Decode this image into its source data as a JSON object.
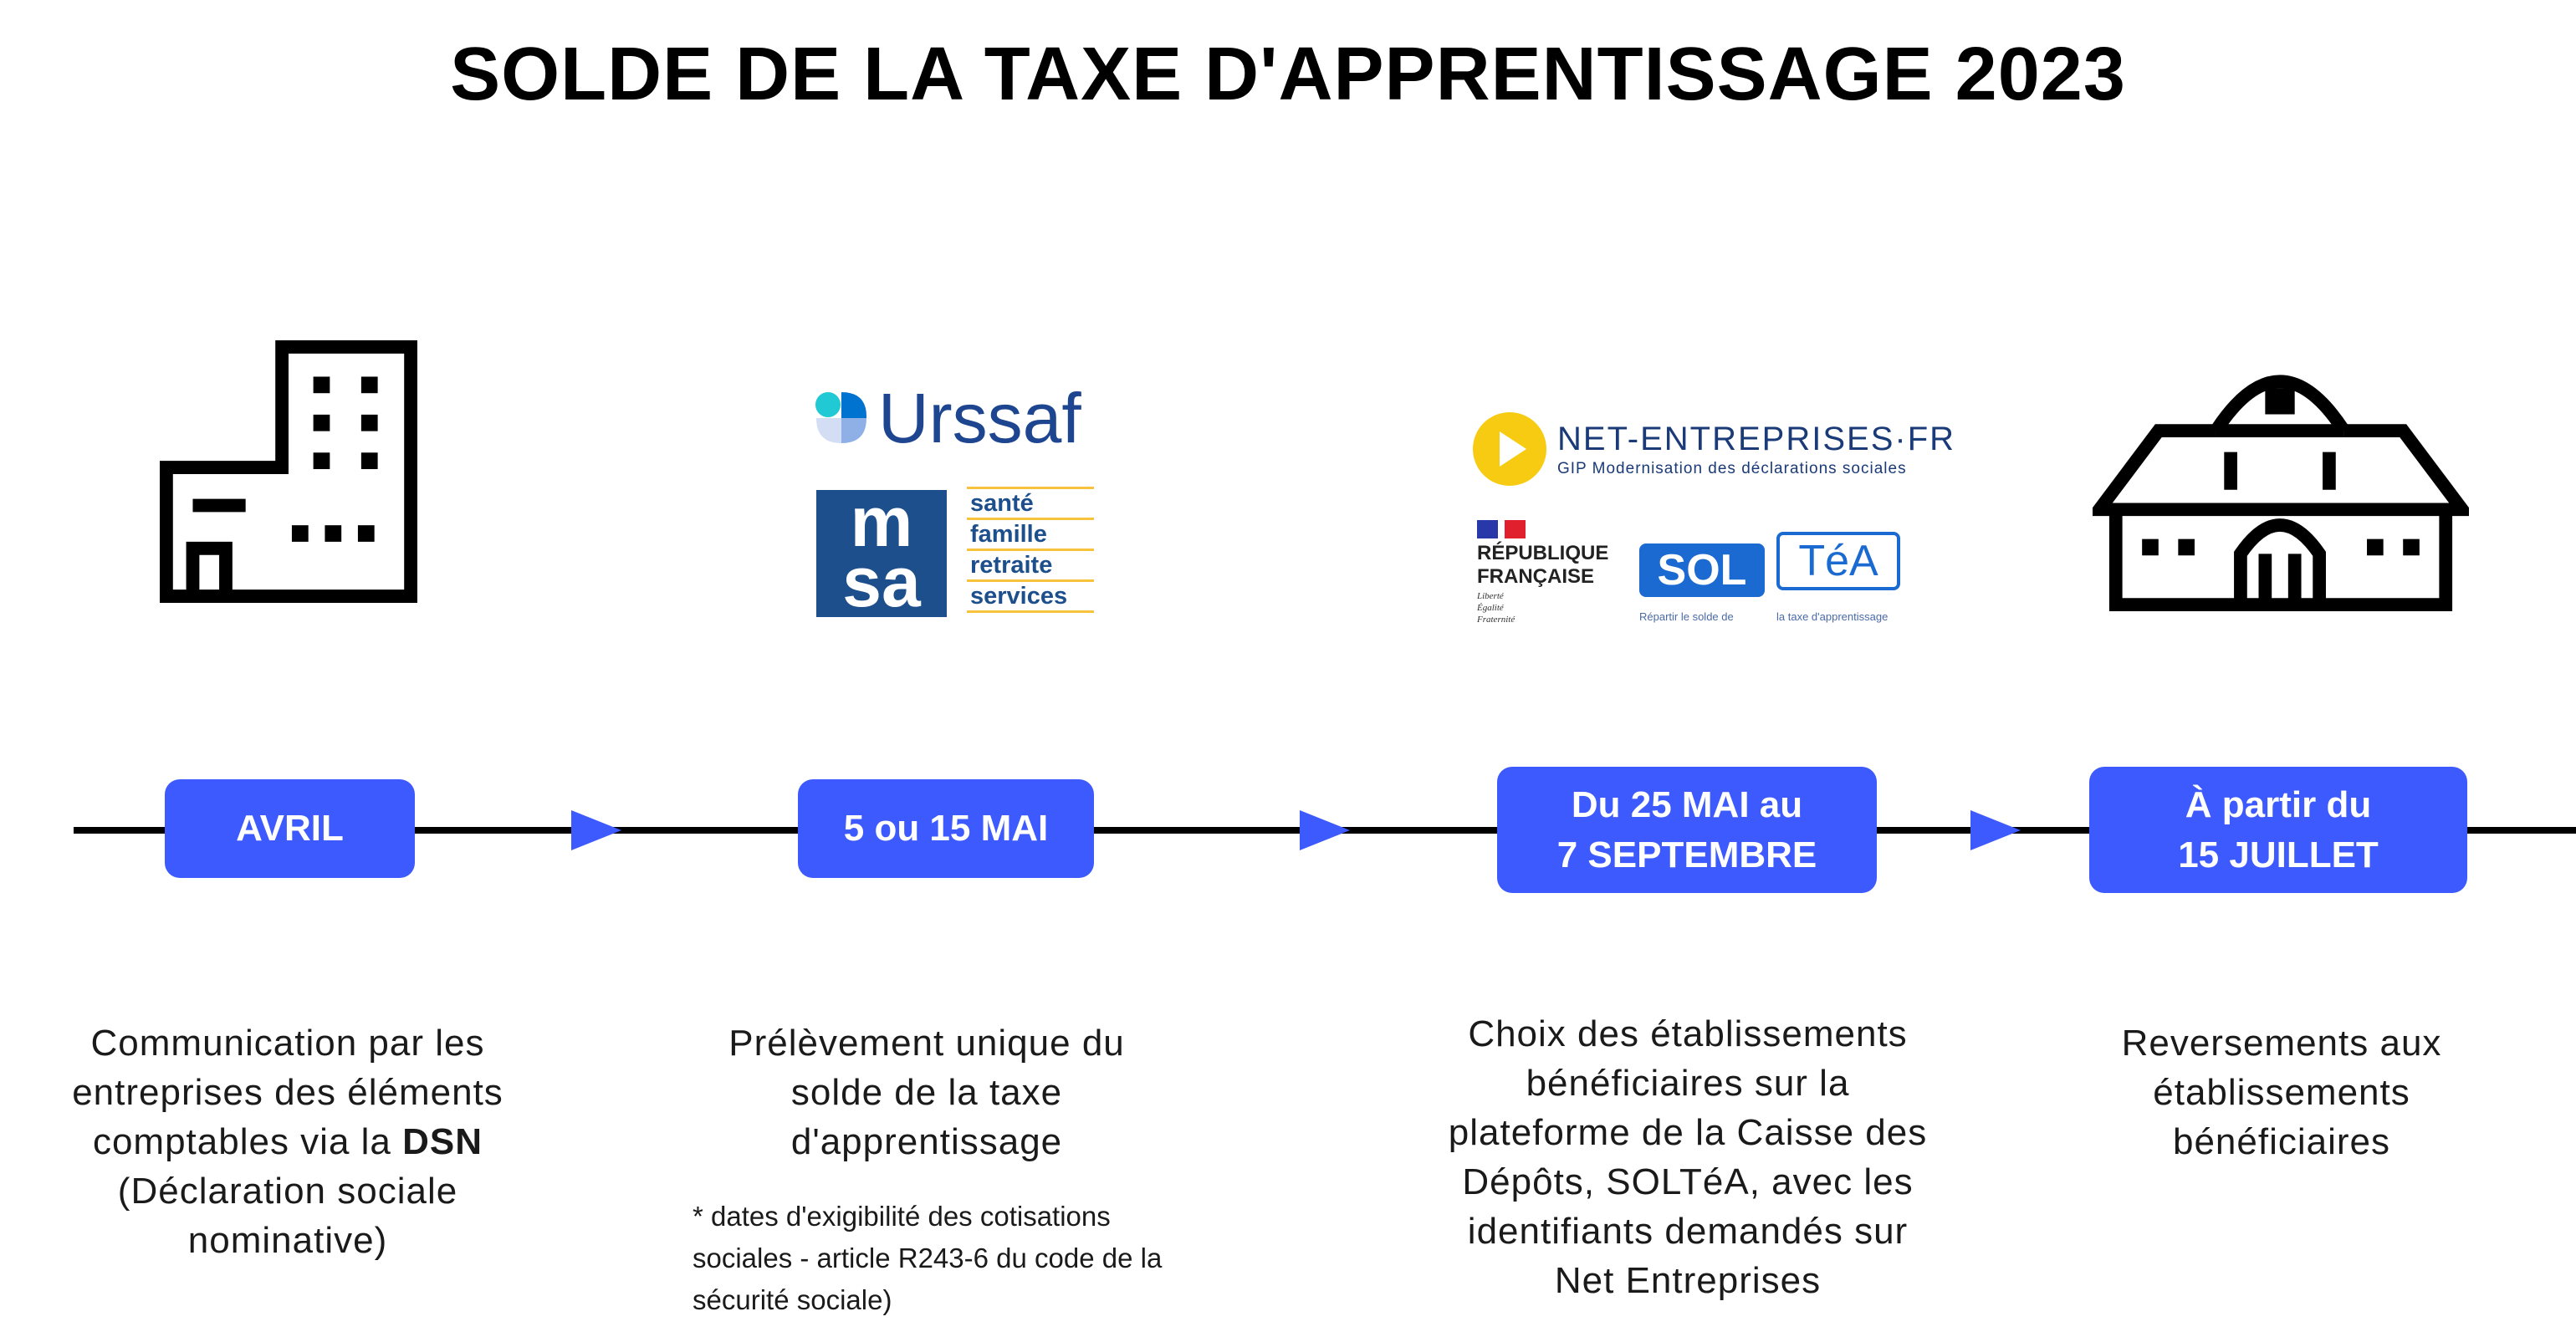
{
  "title": "SOLDE DE LA TAXE D'APPRENTISSAGE 2023",
  "colors": {
    "accent": "#3d5afe",
    "urssaf_blue": "#1e4690",
    "msa_blue": "#1d4f8c",
    "msa_yellow": "#f7c23c",
    "net_yellow": "#f6cb12",
    "soltea_blue": "#1b6ad1"
  },
  "logos": {
    "urssaf": "Urssaf",
    "msa": {
      "mark": "msa",
      "lines": [
        "santé",
        "famille",
        "retraite",
        "services"
      ]
    },
    "net_entreprises": {
      "name": "NET-ENTREPRISES·FR",
      "tagline": "GIP Modernisation des déclarations sociales"
    },
    "republique": {
      "line1": "RÉPUBLIQUE",
      "line2": "FRANÇAISE",
      "motto": [
        "Liberté",
        "Égalité",
        "Fraternité"
      ]
    },
    "soltea": {
      "sol": "SOL",
      "tea": "TéA",
      "sub1": "Répartir le solde de",
      "sub2": "la taxe d'apprentissage"
    }
  },
  "steps": [
    {
      "date": [
        "AVRIL"
      ],
      "desc_lines": [
        "Communication par les",
        "entreprises des éléments",
        "comptables via la ",
        "(Déclaration sociale",
        "nominative)"
      ],
      "bold": "DSN",
      "icon": "office-building-icon"
    },
    {
      "date": [
        "5 ou 15 MAI"
      ],
      "desc_lines": [
        "Prélèvement unique du",
        "solde de la taxe",
        "d'apprentissage"
      ],
      "note_lines": [
        "* dates d'exigibilité des cotisations",
        "sociales - article R243-6 du code de la",
        "sécurité sociale)"
      ]
    },
    {
      "date": [
        "Du 25 MAI au",
        "7 SEPTEMBRE"
      ],
      "desc_lines": [
        "Choix des établissements",
        "bénéficiaires sur la",
        "plateforme de la Caisse des",
        "Dépôts, SOLTéA, avec les",
        "identifiants demandés sur",
        "Net Entreprises"
      ]
    },
    {
      "date": [
        "À partir du",
        "15 JUILLET"
      ],
      "desc_lines": [
        "Reversements aux",
        "établissements",
        "bénéficiaires"
      ],
      "icon": "school-building-icon"
    }
  ]
}
